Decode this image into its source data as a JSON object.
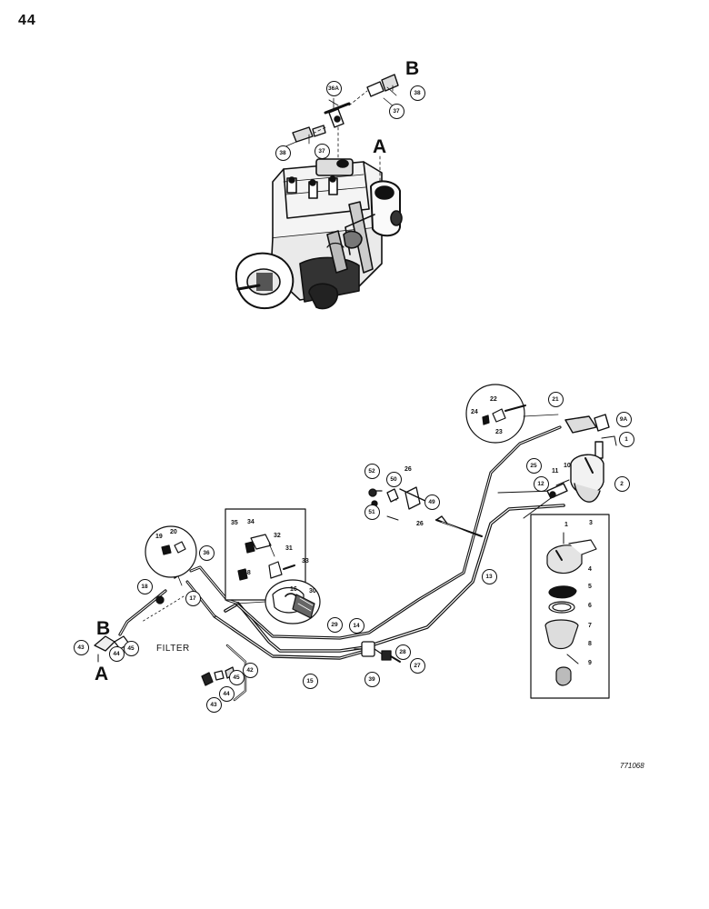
{
  "page_number": "44",
  "figure_code": "771068",
  "filter_label": "FILTER",
  "connection_letters": [
    {
      "id": "B-top",
      "text": "B"
    },
    {
      "id": "A-top",
      "text": "A"
    },
    {
      "id": "B-left",
      "text": "B"
    },
    {
      "id": "A-left",
      "text": "A"
    }
  ],
  "callouts": [
    {
      "id": "c36a",
      "text": "36A"
    },
    {
      "id": "c38a",
      "text": "38"
    },
    {
      "id": "c37a",
      "text": "37"
    },
    {
      "id": "c38b",
      "text": "38"
    },
    {
      "id": "c37b",
      "text": "37"
    },
    {
      "id": "c21",
      "text": "21"
    },
    {
      "id": "c9a",
      "text": "9A"
    },
    {
      "id": "c1",
      "text": "1"
    },
    {
      "id": "c2",
      "text": "2"
    },
    {
      "id": "c25",
      "text": "25"
    },
    {
      "id": "c12",
      "text": "12"
    },
    {
      "id": "c52",
      "text": "52"
    },
    {
      "id": "c51",
      "text": "51"
    },
    {
      "id": "c50",
      "text": "50"
    },
    {
      "id": "c49",
      "text": "49"
    },
    {
      "id": "c13",
      "text": "13"
    },
    {
      "id": "c36",
      "text": "36"
    },
    {
      "id": "c18",
      "text": "18"
    },
    {
      "id": "c17",
      "text": "17"
    },
    {
      "id": "c29",
      "text": "29"
    },
    {
      "id": "c14",
      "text": "14"
    },
    {
      "id": "c28",
      "text": "28"
    },
    {
      "id": "c27",
      "text": "27"
    },
    {
      "id": "c39",
      "text": "39"
    },
    {
      "id": "c15",
      "text": "15"
    },
    {
      "id": "c43a",
      "text": "43"
    },
    {
      "id": "c44a",
      "text": "44"
    },
    {
      "id": "c45a",
      "text": "45"
    },
    {
      "id": "c42",
      "text": "42"
    },
    {
      "id": "c45b",
      "text": "45"
    },
    {
      "id": "c44b",
      "text": "44"
    },
    {
      "id": "c43b",
      "text": "43"
    }
  ],
  "tags": [
    {
      "id": "t22",
      "text": "22"
    },
    {
      "id": "t24",
      "text": "24"
    },
    {
      "id": "t23",
      "text": "23"
    },
    {
      "id": "t11",
      "text": "11"
    },
    {
      "id": "t10",
      "text": "10"
    },
    {
      "id": "t26a",
      "text": "26"
    },
    {
      "id": "t26b",
      "text": "26"
    },
    {
      "id": "t19",
      "text": "19"
    },
    {
      "id": "t20",
      "text": "20"
    },
    {
      "id": "t35",
      "text": "35"
    },
    {
      "id": "t34",
      "text": "34"
    },
    {
      "id": "t32",
      "text": "32"
    },
    {
      "id": "t31",
      "text": "31"
    },
    {
      "id": "t33",
      "text": "33"
    },
    {
      "id": "t48",
      "text": "48"
    },
    {
      "id": "t16",
      "text": "16"
    },
    {
      "id": "t30",
      "text": "30"
    },
    {
      "id": "t3",
      "text": "3"
    },
    {
      "id": "t1b",
      "text": "1"
    },
    {
      "id": "t4",
      "text": "4"
    },
    {
      "id": "t5",
      "text": "5"
    },
    {
      "id": "t6",
      "text": "6"
    },
    {
      "id": "t7",
      "text": "7"
    },
    {
      "id": "t8",
      "text": "8"
    },
    {
      "id": "t9",
      "text": "9"
    }
  ]
}
